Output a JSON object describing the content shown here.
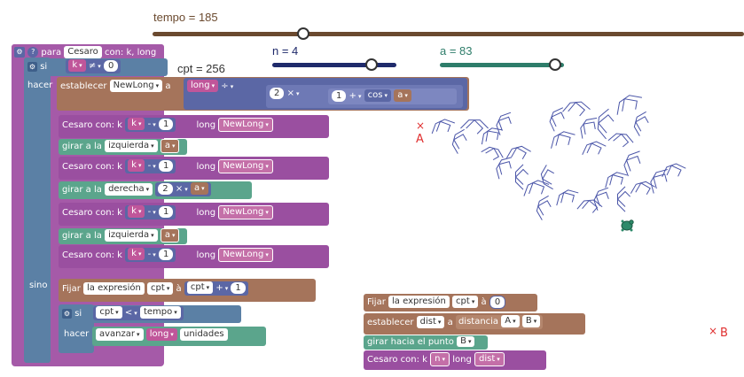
{
  "sliders": {
    "tempo": {
      "label": "tempo = 185",
      "value": 185
    },
    "n": {
      "label": "n = 4",
      "value": 4
    },
    "a": {
      "label": "a = 83",
      "value": 83
    }
  },
  "cpt_label": "cpt = 256",
  "procedure": {
    "header": "para",
    "name": "Cesaro",
    "params": "con: k, long",
    "si": "si",
    "hacer": "hacer",
    "sino": "sino",
    "cond_var": "k",
    "cond_op": "≠",
    "cond_val": "0",
    "establecer": "establecer",
    "newlong": "NewLong",
    "a_word": "a",
    "long_var": "long",
    "div_op": "÷",
    "two": "2",
    "times": "×",
    "one": "1",
    "plus": "+",
    "cos": "cos",
    "avar": "a",
    "call_label": "Cesaro con: k",
    "long_word": "long",
    "minus": "-",
    "girar_a": "girar a la",
    "izquierda": "izquierda",
    "derecha": "derecha",
    "fijar": "Fijar",
    "la_expresion": "la expresión",
    "cpt": "cpt",
    "a_accent": "à",
    "lt": "<",
    "tempo": "tempo",
    "avanzar": "avanzar",
    "unidades": "unidades"
  },
  "standalone": {
    "fijar_zero": "0",
    "dist": "dist",
    "distancia": "distancia",
    "A": "A",
    "B": "B",
    "girar_hacia": "girar hacia el punto",
    "n": "n"
  },
  "points": {
    "A": "A",
    "B": "B"
  },
  "colors": {
    "tempo_track": "#6b4a2f",
    "n_track": "#1f2a6b",
    "a_track": "#2e7d6a",
    "procedure": "#a55aa8",
    "math": "#5b67a5",
    "turtle_green": "#5ba58c",
    "variable_orange": "#a5745b",
    "fractal_line": "#4a55a8",
    "point_red": "#e03030"
  }
}
